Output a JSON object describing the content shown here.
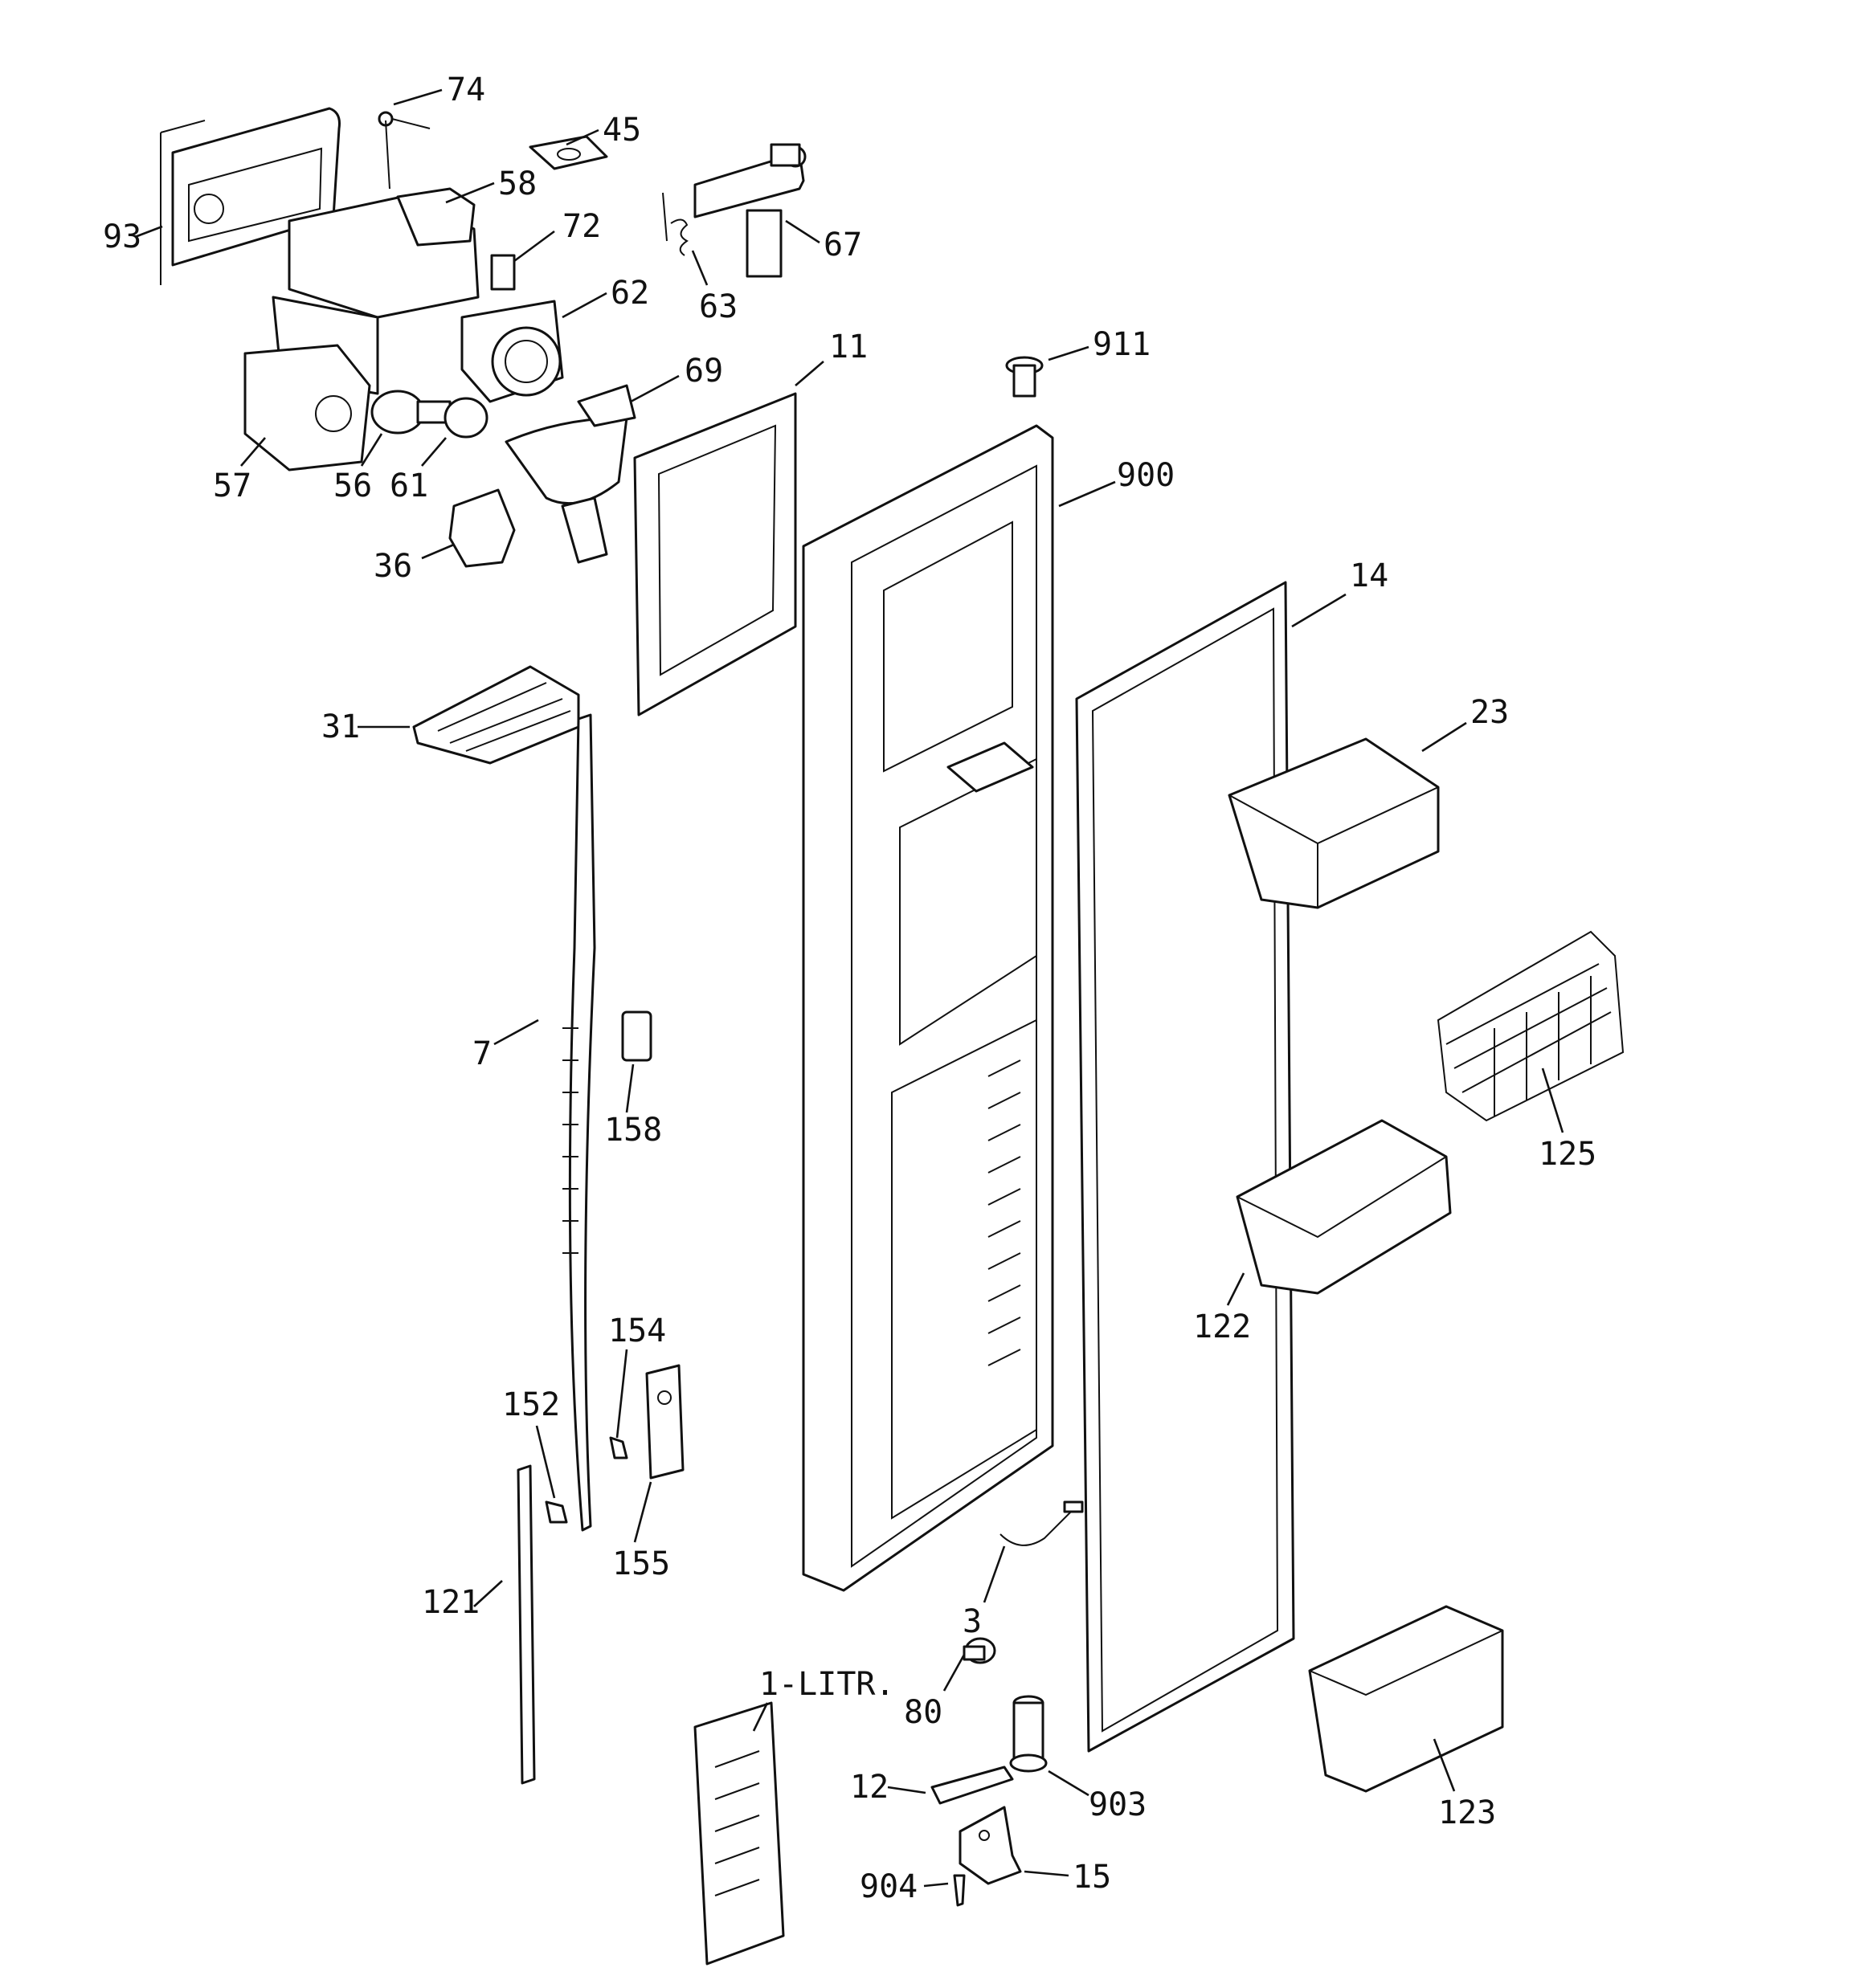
{
  "callouts": {
    "c74": "74",
    "c45": "45",
    "c58": "58",
    "c93": "93",
    "c72": "72",
    "c67": "67",
    "c63": "63",
    "c62": "62",
    "c911": "911",
    "c11": "11",
    "c69": "69",
    "c57": "57",
    "c56": "56",
    "c61": "61",
    "c900": "900",
    "c36": "36",
    "c14": "14",
    "c23": "23",
    "c31": "31",
    "c7": "7",
    "c158": "158",
    "c125": "125",
    "c122": "122",
    "c154": "154",
    "c152": "152",
    "c155": "155",
    "c121": "121",
    "c3": "3",
    "c1litr": "1-LITR.",
    "c80": "80",
    "c903": "903",
    "c123": "123",
    "c12": "12",
    "c904": "904",
    "c15": "15"
  }
}
